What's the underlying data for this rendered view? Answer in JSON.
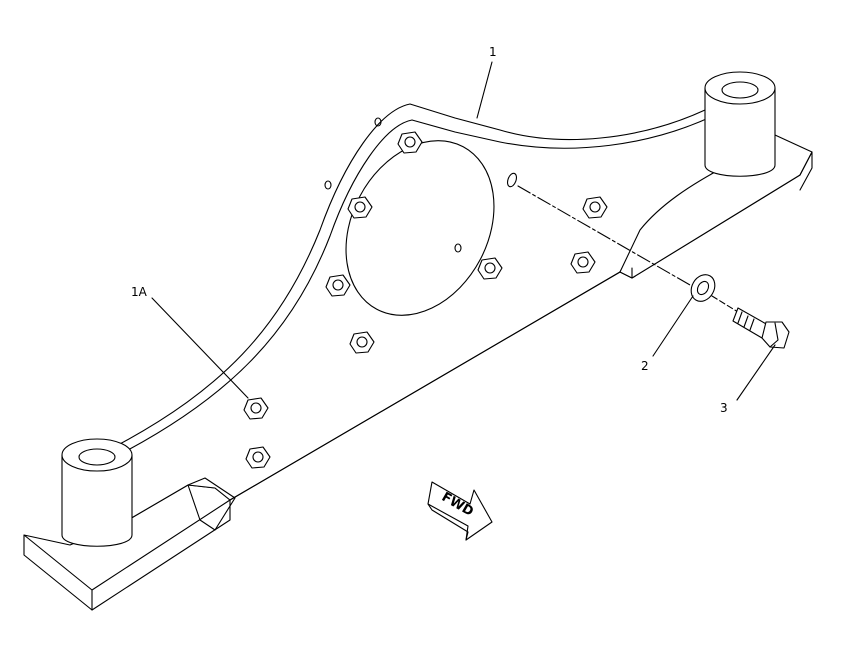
{
  "diagram": {
    "callouts": {
      "item_1": "1",
      "item_1a": "1A",
      "item_2": "2",
      "item_3": "3"
    },
    "direction_arrow": "FWD",
    "line_color": "#000000",
    "background_color": "#ffffff"
  }
}
